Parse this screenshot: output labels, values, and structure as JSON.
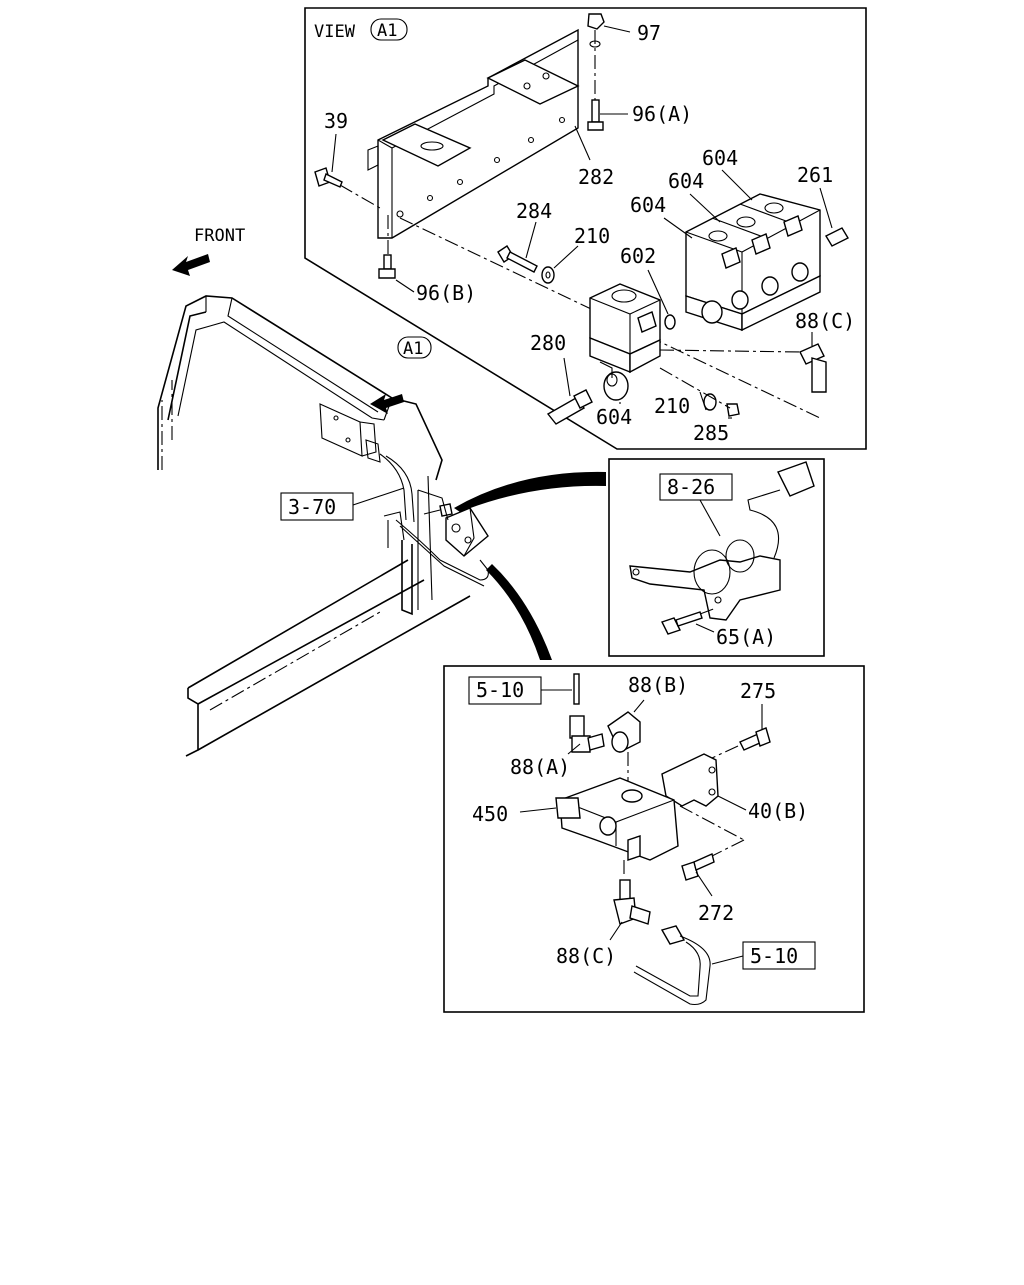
{
  "view": {
    "title": "VIEW",
    "marker": "A1"
  },
  "front": {
    "label": "FRONT"
  },
  "callouts": {
    "p97": "97",
    "p96a": "96(A)",
    "p39": "39",
    "p282": "282",
    "p604a": "604",
    "p604b": "604",
    "p604c": "604",
    "p261": "261",
    "p284": "284",
    "p210a": "210",
    "p602": "602",
    "p96b": "96(B)",
    "p88c_top": "88(C)",
    "p280": "280",
    "p604d": "604",
    "p210b": "210",
    "p285": "285",
    "view_ref": "A1",
    "p3_70": "3-70",
    "p8_26": "8-26",
    "p65a": "65(A)",
    "p5_10a": "5-10",
    "p88b": "88(B)",
    "p275": "275",
    "p88a": "88(A)",
    "p450": "450",
    "p40b": "40(B)",
    "p272": "272",
    "p88c": "88(C)",
    "p5_10b": "5-10"
  }
}
